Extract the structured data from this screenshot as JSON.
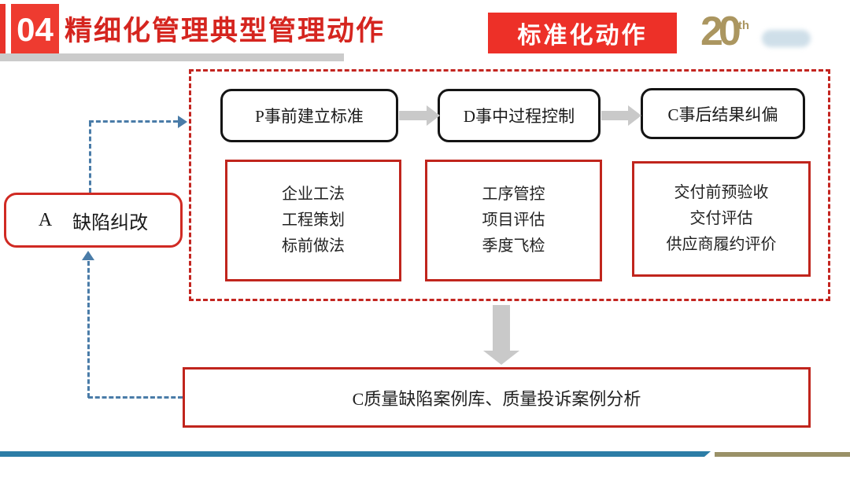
{
  "header": {
    "badge": "04",
    "title": "精细化管理典型管理动作",
    "banner": "标准化动作",
    "logo_number": "20",
    "logo_suffix": "th"
  },
  "diagram": {
    "stage_boxes": [
      {
        "label": "P事前建立标准"
      },
      {
        "label": "D事中过程控制"
      },
      {
        "label": "C事后结果纠偏"
      }
    ],
    "detail_boxes": [
      {
        "lines": [
          "企业工法",
          "工程策划",
          "标前做法"
        ]
      },
      {
        "lines": [
          "工序管控",
          "项目评估",
          "季度飞检"
        ]
      },
      {
        "lines": [
          "交付前预验收",
          "交付评估",
          "供应商履约评价"
        ]
      }
    ],
    "loop_box": {
      "letter": "A",
      "label": "缺陷纠改"
    },
    "result_box": "C质量缺陷案例库、质量投诉案例分析"
  },
  "colors": {
    "accent_red": "#ed3028",
    "title_red": "#d5251f",
    "border_red": "#c0251d",
    "dash_border_red": "#c32520",
    "dash_blue": "#4a7ca8",
    "arrow_gray": "#c9c9c9",
    "divider_teal": "#2c7da6",
    "divider_gold": "#9a9167",
    "logo_gold": "#ab9660"
  }
}
